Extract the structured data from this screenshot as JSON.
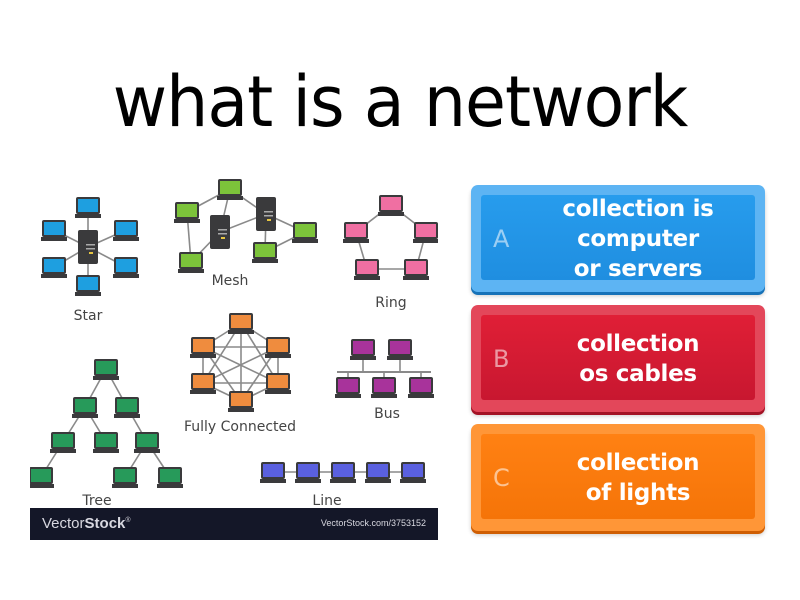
{
  "question": {
    "title": "what is a network"
  },
  "image": {
    "topologies": [
      "Star",
      "Mesh",
      "Ring",
      "Fully Connected",
      "Bus",
      "Tree",
      "Line"
    ],
    "watermark_brand_light": "Vector",
    "watermark_brand_bold": "Stock",
    "watermark_mark": "®",
    "watermark_url": "VectorStock.com/3753152",
    "colors": {
      "star": "#1e9fe0",
      "mesh": "#7cc33a",
      "ring": "#f06fa2",
      "fully_connected": "#ef8c3e",
      "bus": "#a8339b",
      "tree": "#279a5a",
      "line": "#5a60df",
      "server": "#3a3a3c",
      "wire": "#8a8a8a"
    }
  },
  "answers": [
    {
      "letter": "A",
      "text": "collection is\ncomputer\nor servers",
      "color": "#279ced"
    },
    {
      "letter": "B",
      "text": "collection\nos cables",
      "color": "#e01f36"
    },
    {
      "letter": "C",
      "text": "collection\nof lights",
      "color": "#ff8113"
    }
  ]
}
